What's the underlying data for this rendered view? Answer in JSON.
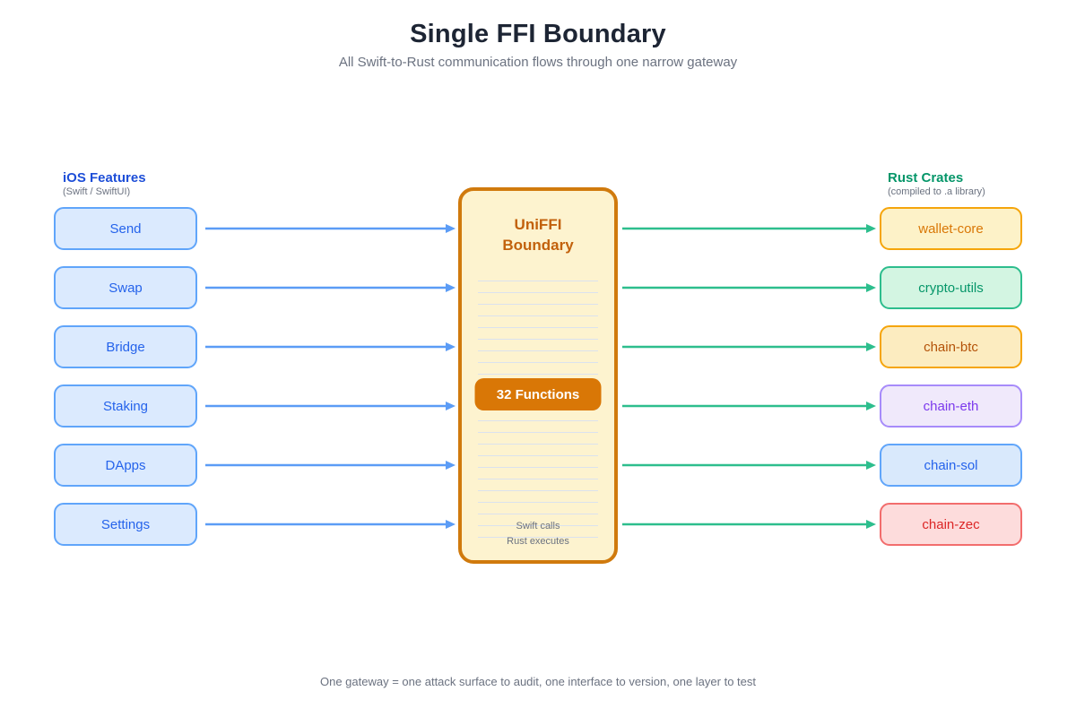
{
  "title": "Single FFI Boundary",
  "subtitle": "All Swift-to-Rust communication flows through one narrow gateway",
  "left_column": {
    "header": "iOS Features",
    "subheader": "(Swift / SwiftUI)",
    "header_color": "#1d4ed8",
    "box_fill": "#dbeafe",
    "box_border": "#60a5fa",
    "box_text": "#2563eb",
    "items": [
      {
        "label": "Send"
      },
      {
        "label": "Swap"
      },
      {
        "label": "Bridge"
      },
      {
        "label": "Staking"
      },
      {
        "label": "DApps"
      },
      {
        "label": "Settings"
      }
    ]
  },
  "center": {
    "title_line1": "UniFFI",
    "title_line2": "Boundary",
    "badge": "32 Functions",
    "badge_fill": "#d97706",
    "footnote_line1": "Swift calls",
    "footnote_line2": "Rust executes",
    "fill": "#fdf3cf",
    "border": "#d07a0d",
    "title_color": "#c2610c"
  },
  "right_column": {
    "header": "Rust Crates",
    "subheader": "(compiled to .a library)",
    "header_color": "#059669",
    "items": [
      {
        "label": "wallet-core",
        "fill": "#fdf2c8",
        "border": "#f5a50b",
        "text": "#d97706"
      },
      {
        "label": "crypto-utils",
        "fill": "#d3f5e2",
        "border": "#2dbd8d",
        "text": "#059669"
      },
      {
        "label": "chain-btc",
        "fill": "#fcecc0",
        "border": "#f5a50b",
        "text": "#b45309"
      },
      {
        "label": "chain-eth",
        "fill": "#f0e9fb",
        "border": "#a78bfa",
        "text": "#7c3aed"
      },
      {
        "label": "chain-sol",
        "fill": "#d9e9fc",
        "border": "#60a5fa",
        "text": "#2563eb"
      },
      {
        "label": "chain-zec",
        "fill": "#fddcdc",
        "border": "#f26d6d",
        "text": "#dc2626"
      }
    ]
  },
  "arrows": {
    "left_color": "#5b9cf6",
    "right_color": "#2dbe8d"
  },
  "footer": "One gateway = one attack surface to audit, one interface to version, one layer to test"
}
